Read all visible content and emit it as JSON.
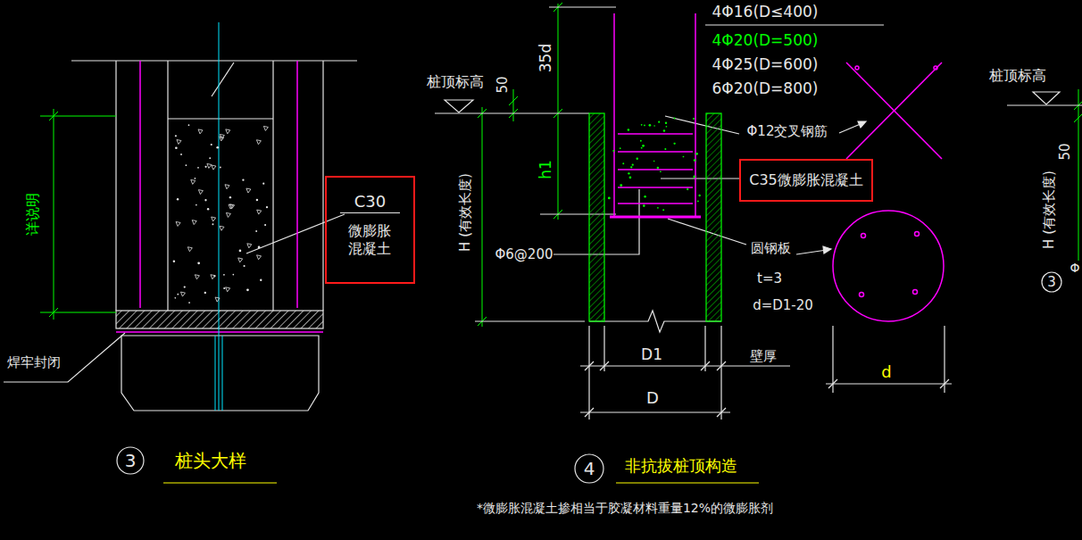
{
  "diagram": {
    "nodes": [
      {
        "text": [
          "C30",
          "微膨胀 混凝土"
        ]
      },
      {
        "text": [
          "3"
        ]
      },
      {
        "text": [
          "C35微膨胀混凝土"
        ]
      },
      {
        "text": [
          "4"
        ]
      },
      {
        "text": [
          "3"
        ]
      }
    ],
    "labels": [
      "详说明",
      "焊牢封闭",
      "桩头大样",
      "4Φ16(D≤400)",
      "4Φ20(D=500)",
      "4Φ25(D=600)",
      "6Φ20(D=800)",
      "35d",
      "50",
      "桩顶标高",
      "H (有效长度)",
      "h1",
      "Φ12交叉钢筋",
      "Φ6@200",
      "圆钢板",
      "t=3",
      "d=D1-20",
      "D1",
      "壁厚",
      "D",
      "d",
      "非抗拔桩顶构造",
      "*微膨胀混凝土掺相当于胶凝材料重量12%的微膨胀剂",
      "桩顶标高",
      "50",
      "H (有效长度)",
      "Φ"
    ]
  }
}
